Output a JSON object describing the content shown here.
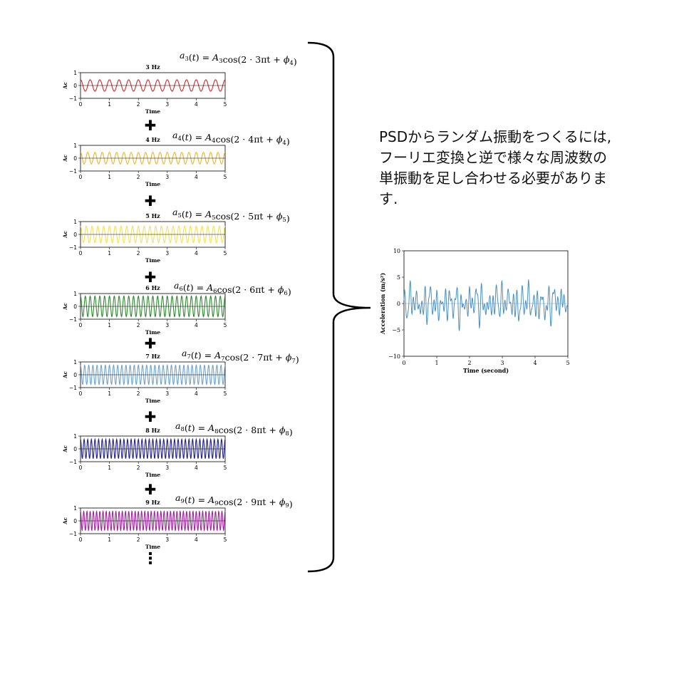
{
  "panels": [
    {
      "title": "3 Hz",
      "freq": 3,
      "amp": 0.45,
      "color": "#d62728",
      "f_label": "a",
      "f_sub": "3",
      "f_coef": "A",
      "f_csub": "3",
      "f_mid": "cos(2 · 3πt + ",
      "f_phi": "ϕ",
      "f_psub": "4",
      "f_end": ")"
    },
    {
      "title": "4 Hz",
      "freq": 4,
      "amp": 0.45,
      "color": "#f0b429",
      "f_label": "a",
      "f_sub": "4",
      "f_coef": "A",
      "f_csub": "4",
      "f_mid": "cos(2 · 4πt + ",
      "f_phi": "ϕ",
      "f_psub": "4",
      "f_end": ")"
    },
    {
      "title": "5 Hz",
      "freq": 5,
      "amp": 0.65,
      "color": "#f5e05a",
      "f_label": "a",
      "f_sub": "5",
      "f_coef": "A",
      "f_csub": "5",
      "f_mid": "cos(2 · 5πt + ",
      "f_phi": "ϕ",
      "f_psub": "5",
      "f_end": ")"
    },
    {
      "title": "6 Hz",
      "freq": 6,
      "amp": 0.8,
      "color": "#2e8b2e",
      "f_label": "a",
      "f_sub": "6",
      "f_coef": "A",
      "f_csub": "6",
      "f_mid": "cos(2 · 6πt + ",
      "f_phi": "ϕ",
      "f_psub": "6",
      "f_end": ")"
    },
    {
      "title": "7 Hz",
      "freq": 7,
      "amp": 0.75,
      "color": "#6fa3d0",
      "f_label": "a",
      "f_sub": "7",
      "f_coef": "A",
      "f_csub": "7",
      "f_mid": "cos(2 · 7πt + ",
      "f_phi": "ϕ",
      "f_psub": "7",
      "f_end": ")"
    },
    {
      "title": "8 Hz",
      "freq": 8,
      "amp": 0.75,
      "color": "#1f1f8f",
      "f_label": "a",
      "f_sub": "8",
      "f_coef": "A",
      "f_csub": "8",
      "f_mid": "cos(2 · 8πt + ",
      "f_phi": "ϕ",
      "f_psub": "8",
      "f_end": ")"
    },
    {
      "title": "9 Hz",
      "freq": 9,
      "amp": 0.75,
      "color": "#a020a0",
      "f_label": "a",
      "f_sub": "9",
      "f_coef": "A",
      "f_csub": "9",
      "f_mid": "cos(2 · 9πt + ",
      "f_phi": "ϕ",
      "f_psub": "9",
      "f_end": ")"
    }
  ],
  "panel_axes": {
    "ylabel": "Ac",
    "xlabel": "Time",
    "xticks": [
      "0",
      "1",
      "2",
      "3",
      "4",
      "5"
    ],
    "yticks": [
      "1",
      "0",
      "−1"
    ],
    "xlim": [
      0,
      5
    ],
    "ylim": [
      -1,
      1
    ]
  },
  "plus_symbol": "✚",
  "ellipsis": "⋮",
  "description": [
    "PSDからランダム振動をつくるには,",
    "フーリエ変換と逆で様々な周波数の",
    "単振動を足し合わせる必要がありま",
    "す."
  ],
  "chart_data": {
    "type": "line",
    "title": "",
    "xlabel": "Time (second)",
    "ylabel": "Acceleration (m/s²)",
    "xlim": [
      0,
      5
    ],
    "ylim": [
      -10,
      10
    ],
    "xticks": [
      "0",
      "1",
      "2",
      "3",
      "4",
      "5"
    ],
    "yticks": [
      "10",
      "5",
      "0",
      "−5",
      "−10"
    ],
    "color": "#4a90c4",
    "zero_line_color": "#9cc3e0",
    "series": [
      {
        "x": [
          0,
          0.1,
          0.2,
          0.3,
          0.4,
          0.5,
          0.6,
          0.7,
          0.8,
          0.9,
          1.0,
          1.1,
          1.2,
          1.3,
          1.4,
          1.5,
          1.6,
          1.7,
          1.8,
          1.9,
          2.0,
          2.1,
          2.2,
          2.3,
          2.4,
          2.5,
          2.6,
          2.7,
          2.8,
          2.9,
          3.0,
          3.1,
          3.2,
          3.3,
          3.4,
          3.5,
          3.6,
          3.7,
          3.8,
          3.9,
          4.0,
          4.1,
          4.2,
          4.3,
          4.4,
          4.5,
          4.6,
          4.7,
          4.8,
          4.9,
          5.0
        ],
        "y": [
          0,
          -3,
          4,
          -2,
          3,
          -4,
          2,
          -3,
          4,
          -2,
          1,
          -3,
          2,
          -2,
          3,
          -3,
          4,
          -5,
          2,
          -3,
          3,
          -2,
          4,
          -3,
          3,
          -4,
          2,
          -3,
          4,
          -2,
          3,
          -2,
          4,
          -3,
          2,
          -4,
          3,
          -2,
          4,
          -3,
          2,
          -3,
          3,
          -4,
          2,
          -3,
          5,
          -3,
          3,
          -1,
          0
        ]
      }
    ]
  }
}
